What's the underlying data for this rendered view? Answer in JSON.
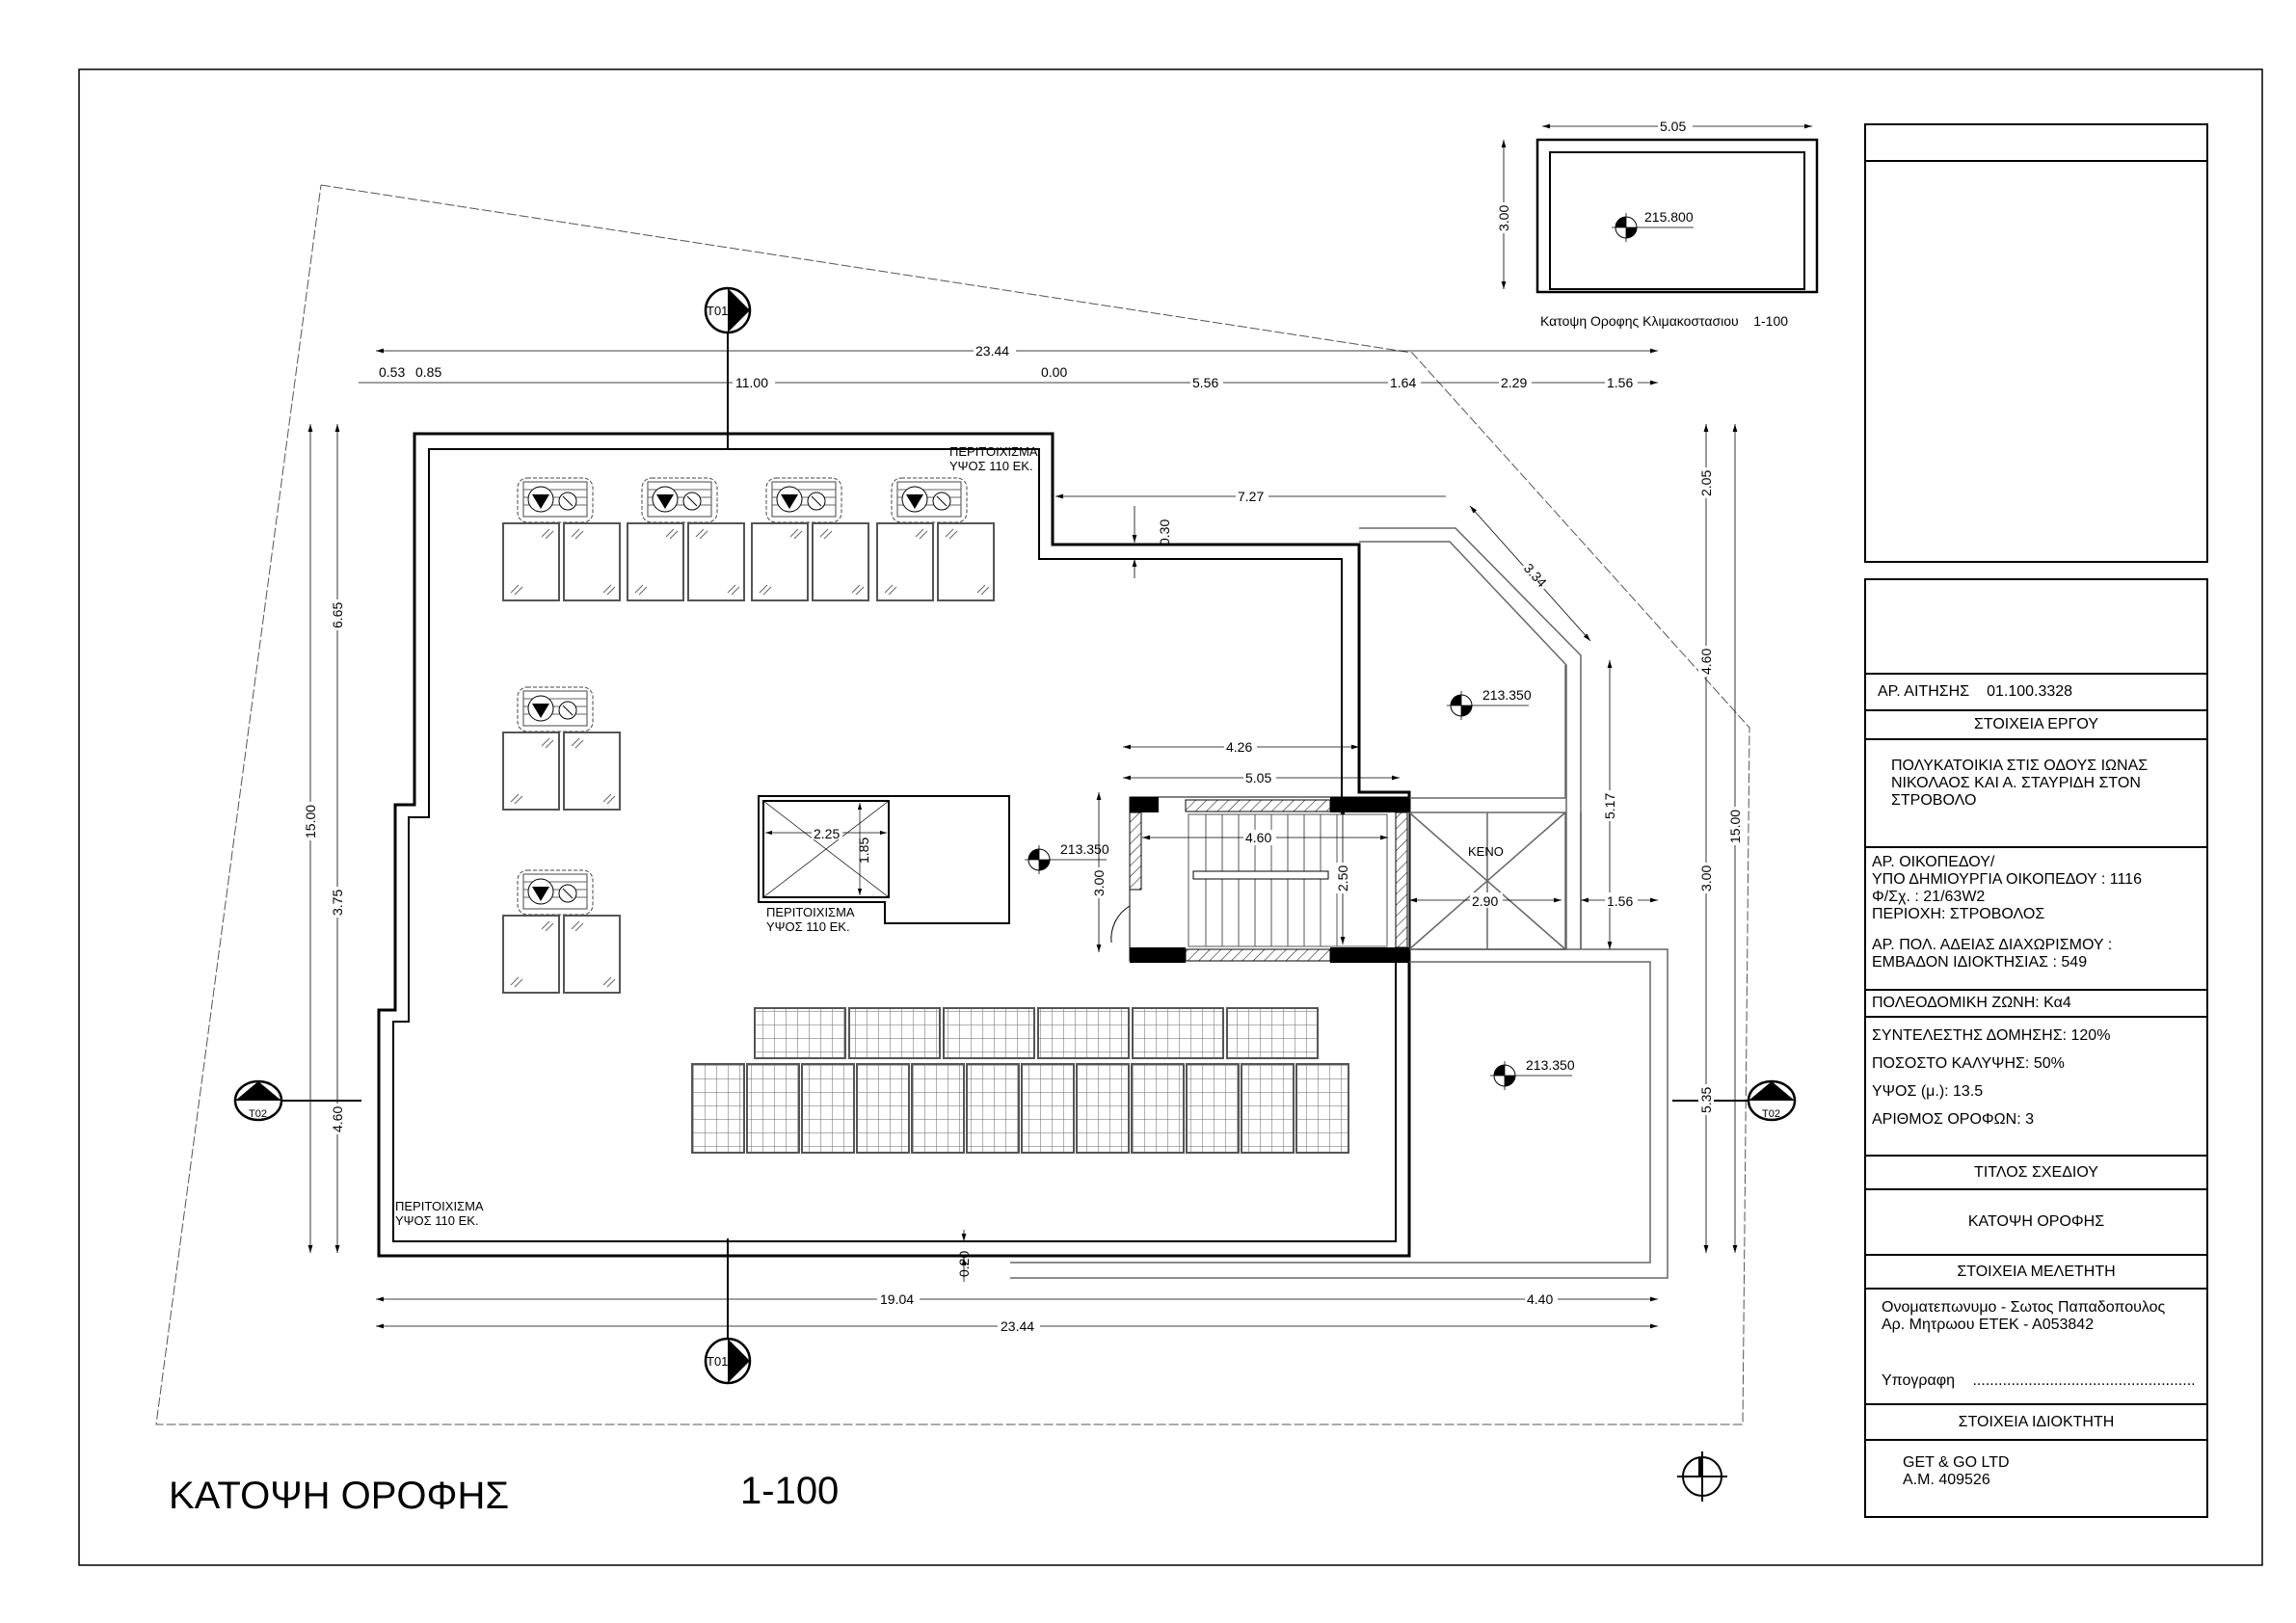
{
  "sheet": {
    "main_title": "ΚΑΤΟΨΗ ΟΡΟΦΗΣ",
    "main_scale": "1-100"
  },
  "stair_roof": {
    "caption": "Κατοψη Οροφης Κλιμακοστασιου    1-100",
    "width_dim": "5.05",
    "height_dim": "3.00",
    "level": "215.800"
  },
  "plan": {
    "parapet_label_line1": "ΠΕΡΙΤΟΙΧΙΣΜΑ",
    "parapet_label_line2": "ΥΨΟΣ 110 ΕΚ.",
    "void_label": "ΚΕΝΟ",
    "section_marks": {
      "t01": "T01",
      "t02": "T02"
    },
    "levels": [
      "213.350",
      "213.350",
      "213.350"
    ],
    "dims_top_total": "23.44",
    "dims_top_chain": [
      "0.53",
      "0.85",
      "11.00",
      "0.00",
      "5.56",
      "1.64",
      "2.29",
      "1.56"
    ],
    "dims_bottom_chain": [
      "19.04",
      "4.40"
    ],
    "dims_bottom_total": "23.44",
    "dims_left_total": "15.00",
    "dims_left_chain": [
      "6.65",
      "3.75",
      "4.60"
    ],
    "dims_right_total": "15.00",
    "dims_right_chain": [
      "2.05",
      "4.60",
      "3.00",
      "5.35"
    ],
    "dim_727": "7.27",
    "dim_030": "0.30",
    "dim_334": "3.34",
    "dim_426": "4.26",
    "dim_505": "5.05",
    "dim_460": "4.60",
    "dim_250": "2.50",
    "dim_300": "3.00",
    "dim_290": "2.90",
    "dim_156": "1.56",
    "dim_517": "5.17",
    "dim_020": "0.20",
    "skylight_w": "2.25",
    "skylight_h": "1.85"
  },
  "title_block": {
    "application_label": "ΑΡ. ΑΙΤΗΣΗΣ",
    "application_no": "01.100.3328",
    "project_header": "ΣΤΟΙΧΕΙΑ ΕΡΓΟΥ",
    "project_lines": [
      "ΠΟΛΥΚΑΤΟΙΚΙΑ ΣΤΙΣ ΟΔΟΥΣ ΙΩΝΑΣ",
      "ΝΙΚΟΛΑΟΣ ΚΑΙ Α. ΣΤΑΥΡΙΔΗ ΣΤΟΝ",
      "ΣΤΡΟΒΟΛΟ"
    ],
    "plot_lines": [
      "ΑΡ. ΟΙΚΟΠΕΔΟΥ/",
      "ΥΠΟ ΔΗΜΙΟΥΡΓΙΑ ΟΙΚΟΠΕΔΟΥ : 1116",
      "Φ/Σχ. :   21/63W2",
      "ΠΕΡΙΟΧΗ: ΣΤΡΟΒΟΛΟΣ"
    ],
    "permit_lines": [
      "ΑΡ. ΠΟΛ. ΑΔΕΙΑΣ ΔΙΑΧΩΡΙΣΜΟΥ :",
      "ΕΜΒΑΔΟΝ ΙΔΙΟΚΤΗΣΙΑΣ : 549"
    ],
    "zone": "ΠΟΛΕΟΔΟΜΙΚΗ ΖΩΝΗ:   Κα4",
    "params": [
      "ΣΥΝΤΕΛΕΣΤΗΣ ΔΟΜΗΣΗΣ: 120%",
      "ΠΟΣΟΣΤΟ ΚΑΛΥΨΗΣ:  50%",
      "ΥΨΟΣ (μ.):  13.5",
      "ΑΡΙΘΜΟΣ ΟΡΟΦΩΝ:  3"
    ],
    "drawing_title_header": "ΤΙΤΛΟΣ ΣΧΕΔΙΟΥ",
    "drawing_title": "ΚΑΤΟΨΗ ΟΡΟΦΗΣ",
    "engineer_header": "ΣΤΟΙΧΕΙΑ ΜΕΛΕΤΗΤΗ",
    "engineer_lines": [
      "Ονοματεπωνυμο - Σωτος Παπαδοπουλος",
      "Αρ. Μητρωου ΕΤΕΚ - Α053842"
    ],
    "signature_label": "Υπογραφη",
    "signature_dots": "...................................................................",
    "owner_header": "ΣΤΟΙΧΕΙΑ ΙΔΙΟΚΤΗΤΗ",
    "owner_lines": [
      "GET & GO LTD",
      "A.M. 409526"
    ]
  }
}
